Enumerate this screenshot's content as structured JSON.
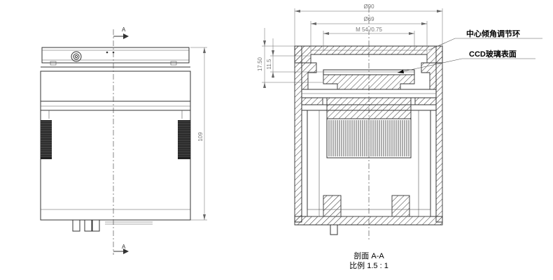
{
  "drawing": {
    "section_mark_top": "A",
    "section_mark_bottom": "A",
    "dim_height": "109",
    "dim_outer_diameter": "Ø90",
    "dim_inner_diameter": "Ø69",
    "dim_thread": "M 54 /0.75",
    "dim_17_50": "17.50",
    "dim_11_5": "11.5",
    "callout_1": "中心倾角调节环",
    "callout_2": "CCD玻璃表面",
    "caption_line1": "剖面 A-A",
    "caption_line2": "比例 1.5 : 1"
  }
}
